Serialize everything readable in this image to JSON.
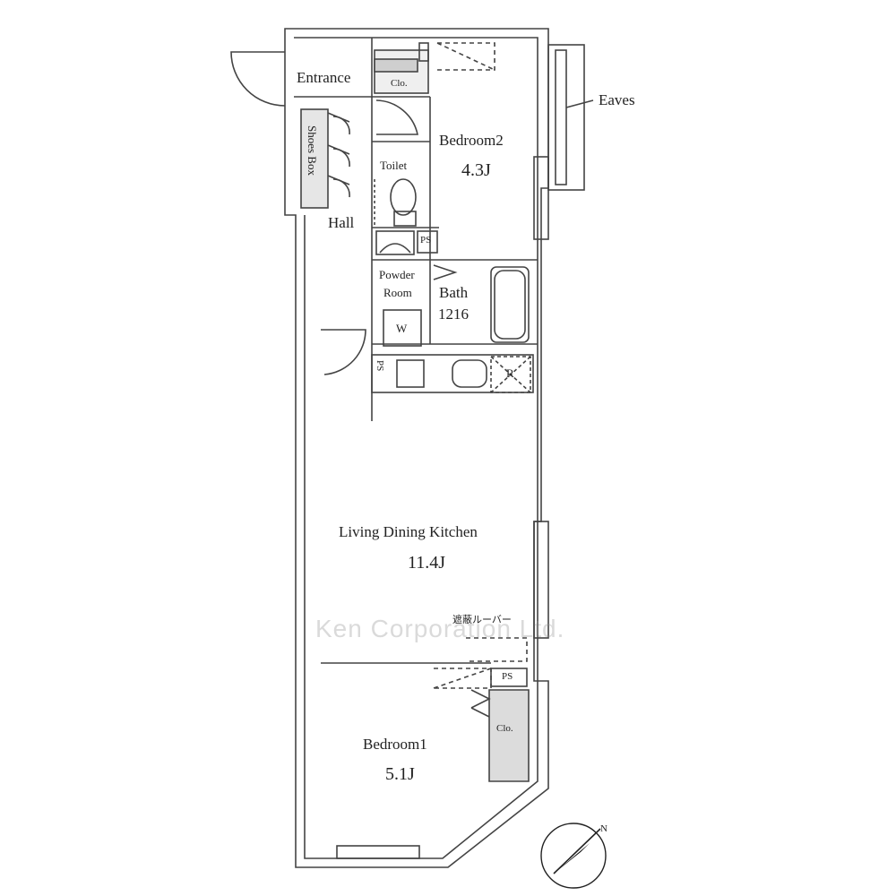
{
  "rooms": {
    "entrance": "Entrance",
    "closet_top": "Clo.",
    "shoes_box": "Shoes Box",
    "hall": "Hall",
    "toilet": "Toilet",
    "ps_top": "PS",
    "powder_room_line1": "Powder",
    "powder_room_line2": "Room",
    "washer": "W",
    "bath": "Bath",
    "bath_size": "1216",
    "bedroom2": "Bedroom2",
    "bedroom2_size": "4.3J",
    "ps_kitchen": "PS",
    "refrigerator": "R",
    "ldk": "Living Dining Kitchen",
    "ldk_size": "11.4J",
    "blackout_louver": "遮蔽ルーバー",
    "ps_bottom": "PS",
    "closet_bottom": "Clo.",
    "bedroom1": "Bedroom1",
    "bedroom1_size": "5.1J",
    "eaves": "Eaves"
  },
  "compass": {
    "north": "N"
  },
  "watermark": "Ken Corporation Ltd."
}
